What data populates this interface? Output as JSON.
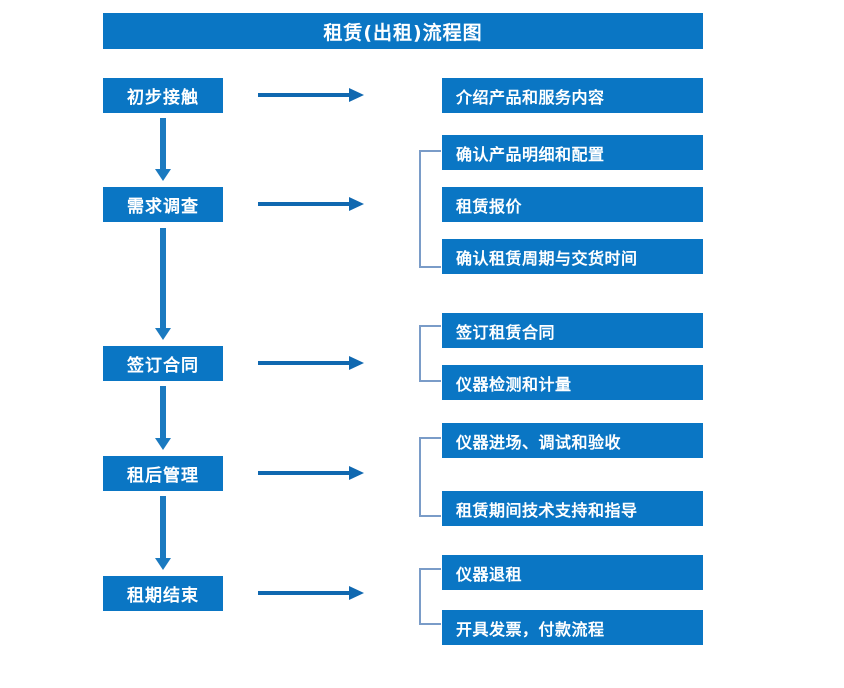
{
  "diagram": {
    "title": "租赁(出租)流程图",
    "colors": {
      "box_blue": "#0a76c4",
      "arrow_blue": "#1068b0",
      "vertical_arrow_blue": "#1b7ac0",
      "bracket_blue": "#7a9cc8",
      "text_white": "#ffffff",
      "background": "#ffffff"
    },
    "stages": [
      {
        "label": "初步接触"
      },
      {
        "label": "需求调查"
      },
      {
        "label": "签订合同"
      },
      {
        "label": "租后管理"
      },
      {
        "label": "租期结束"
      }
    ],
    "details": [
      {
        "label": "介绍产品和服务内容"
      },
      {
        "label": "确认产品明细和配置"
      },
      {
        "label": "租赁报价"
      },
      {
        "label": "确认租赁周期与交货时间"
      },
      {
        "label": "签订租赁合同"
      },
      {
        "label": "仪器检测和计量"
      },
      {
        "label": "仪器进场、调试和验收"
      },
      {
        "label": "租赁期间技术支持和指导"
      },
      {
        "label": "仪器退租"
      },
      {
        "label": "开具发票，付款流程"
      }
    ]
  }
}
